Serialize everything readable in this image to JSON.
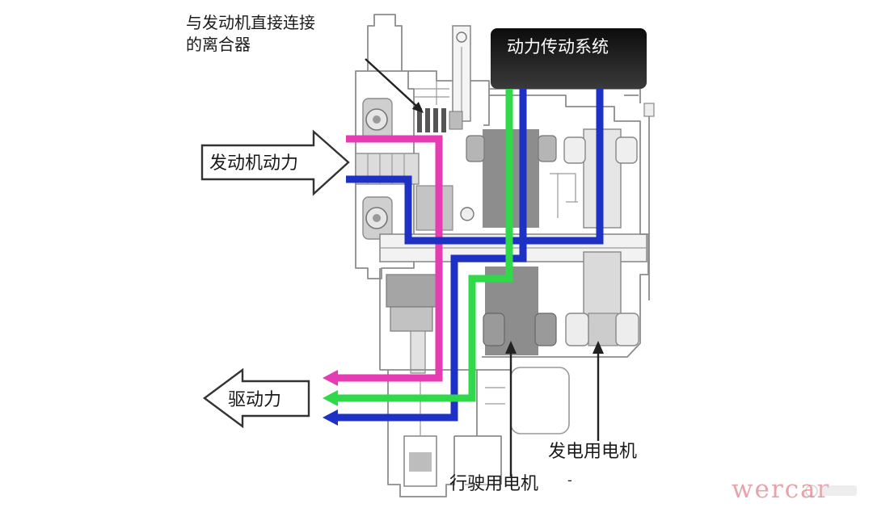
{
  "labels": {
    "clutch_line1": "与发动机直接连接",
    "clutch_line2": "的离合器",
    "powertrain": "动力传动系统",
    "engine_power": "发动机动力",
    "drive_power": "驱动力",
    "generator_motor": "发电用电机",
    "traction_motor": "行驶用电机",
    "dash": "-"
  },
  "watermark": "wercar",
  "colors": {
    "engine_path": "#e63bb2",
    "generator_path": "#1d31c4",
    "motor_path": "#2fd94a",
    "watermark": "#eaa2aa",
    "box_top": "#0c0c0c",
    "box_bottom": "#3a3a3a"
  }
}
